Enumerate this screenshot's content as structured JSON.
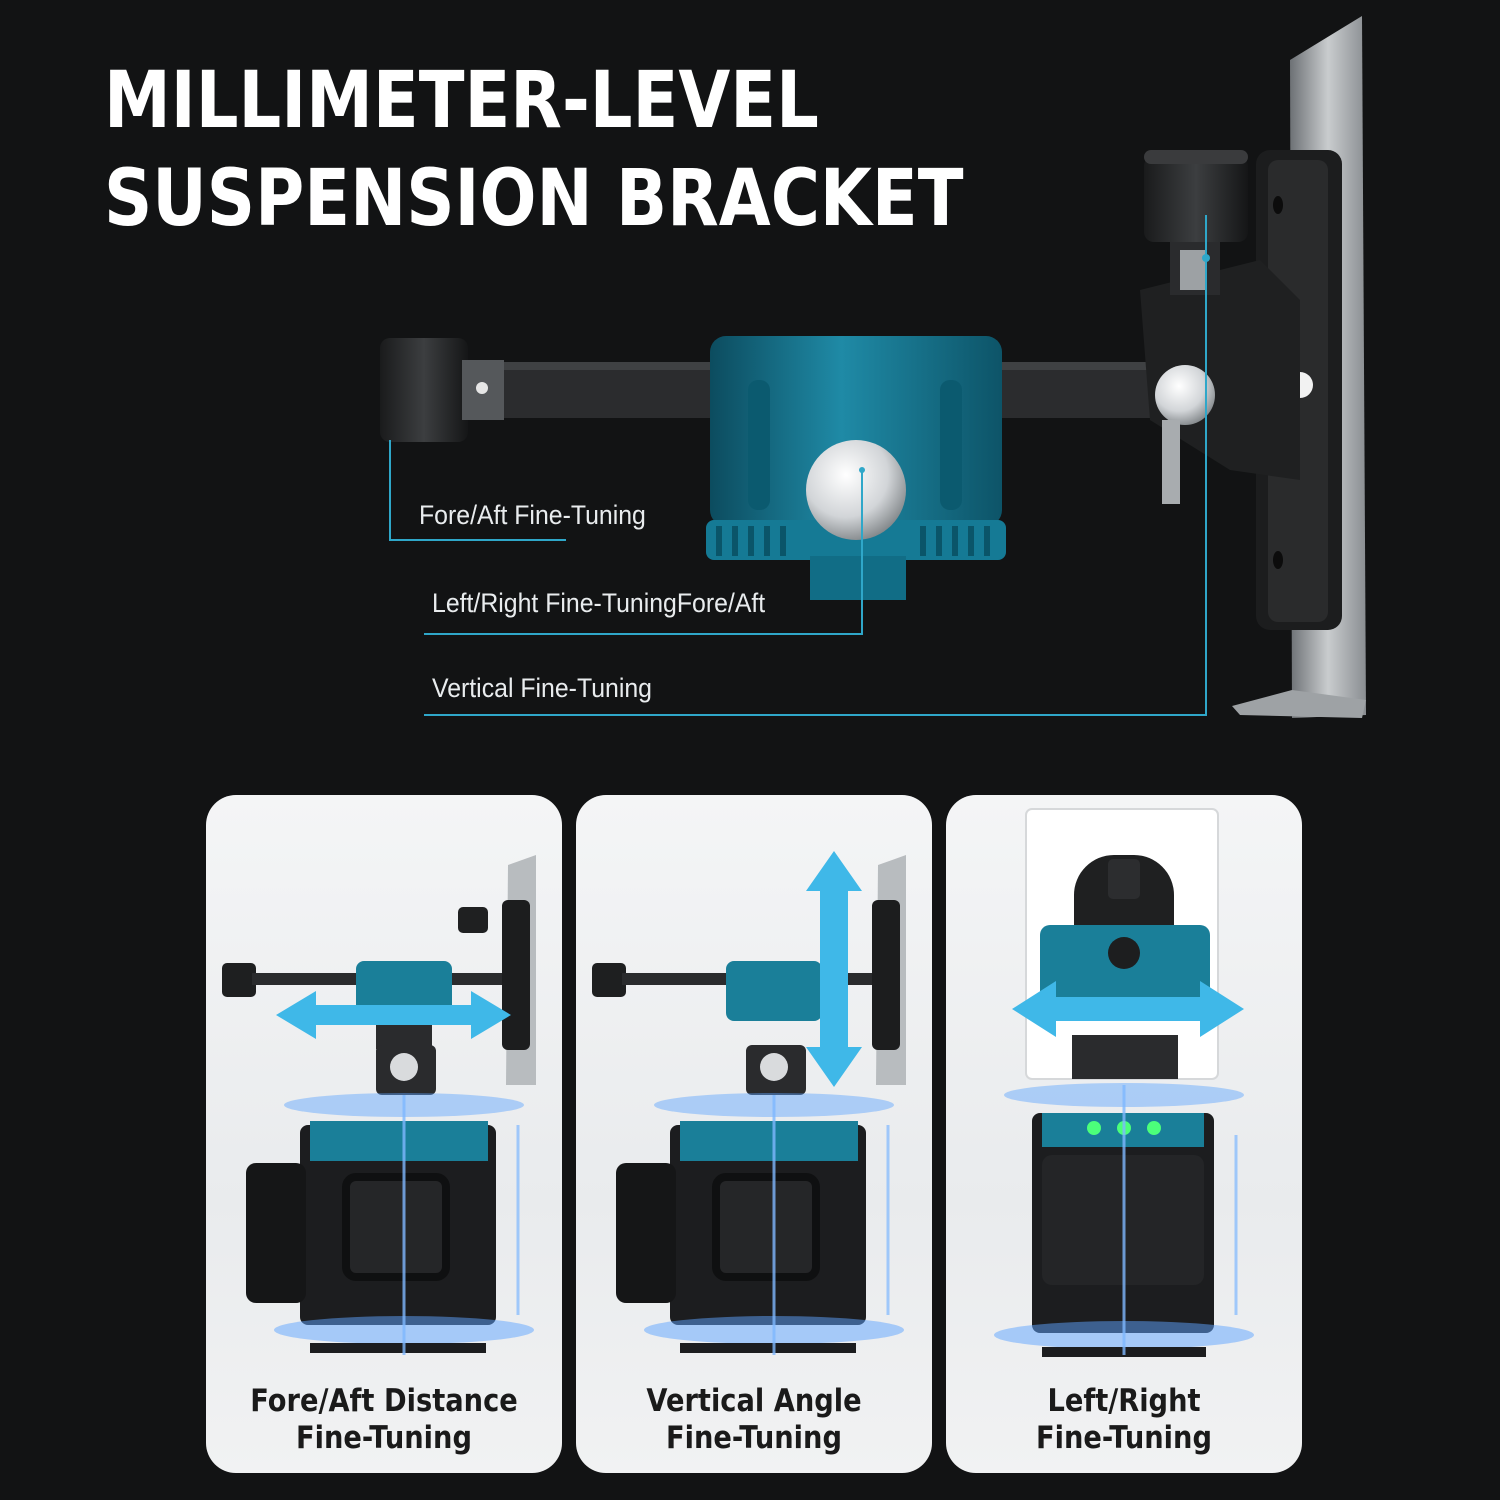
{
  "headline": {
    "line1": "MILLIMETER-LEVEL",
    "line2": "SUSPENSION BRACKET"
  },
  "callouts": [
    {
      "label": "Fore/Aft Fine-Tuning"
    },
    {
      "label": "Left/Right Fine-TuningFore/Aft"
    },
    {
      "label": "Vertical Fine-Tuning"
    }
  ],
  "panels": [
    {
      "line1": "Fore/Aft Distance",
      "line2": "Fine-Tuning",
      "arrow": "horizontal-double-arrow-icon"
    },
    {
      "line1": "Vertical Angle",
      "line2": "Fine-Tuning",
      "arrow": "vertical-double-arrow-icon"
    },
    {
      "line1": "Left/Right",
      "line2": "Fine-Tuning",
      "arrow": "horizontal-double-arrow-icon"
    }
  ],
  "colors": {
    "background": "#121314",
    "accent_teal": "#1a7f99",
    "callout_line": "#2fa7c9",
    "laser_blue": "#3f8cff",
    "panel_bg": "#eeeff1"
  }
}
